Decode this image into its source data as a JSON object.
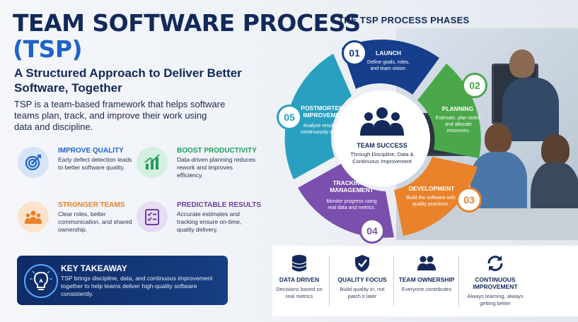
{
  "header": {
    "title_line1": "TEAM SOFTWARE PROCESS",
    "title_line2": "(TSP)",
    "subtitle": "A Structured Approach to Deliver Better Software, Together",
    "intro": "TSP is a team-based framework that helps software teams plan, track, and improve their work using data and discipline."
  },
  "features": [
    {
      "title": "IMPROVE QUALITY",
      "desc": "Early defect detection leads to better software quality.",
      "icon": "target-icon",
      "color": "#1f64c8"
    },
    {
      "title": "BOOST PRODUCTIVITY",
      "desc": "Data-driven planning reduces rework and improves efficiency.",
      "icon": "bar-chart-icon",
      "color": "#1f9e5a"
    },
    {
      "title": "STRONGER TEAMS",
      "desc": "Clear roles, better communication, and shared ownership.",
      "icon": "team-icon",
      "color": "#e9822a"
    },
    {
      "title": "PREDICTABLE RESULTS",
      "desc": "Accurate estimates and tracking ensure on-time, quality delivery.",
      "icon": "checklist-icon",
      "color": "#6a3fa0"
    }
  ],
  "takeaway": {
    "title": "KEY TAKEAWAY",
    "desc": "TSP brings discipline, data, and continuous improvement together to help teams deliver high-quality software consistently.",
    "icon": "lightbulb-icon"
  },
  "phases": {
    "title": "THE TSP PROCESS PHASES",
    "items": [
      {
        "num": "01",
        "title": "LAUNCH",
        "desc": "Define goals, roles, and team vision.",
        "color": "#163e8c"
      },
      {
        "num": "02",
        "title": "PLANNING",
        "desc": "Estimate, plan tasks, and allocate resources.",
        "color": "#4aa84a"
      },
      {
        "num": "03",
        "title": "DEVELOPMENT",
        "desc": "Build the software with quality practices.",
        "color": "#e9822a"
      },
      {
        "num": "04",
        "title": "TRACKING & MANAGEMENT",
        "desc": "Monitor progress using real data and metrics.",
        "color": "#7a4fae"
      },
      {
        "num": "05",
        "title": "POSTMORTEM & IMPROVEMENT",
        "desc": "Analyze results and continuously improve.",
        "color": "#2aa0c0"
      }
    ],
    "center_title": "TEAM SUCCESS",
    "center_desc": "Through Discipline, Data & Continuous Improvement"
  },
  "pillars": [
    {
      "title": "DATA DRIVEN",
      "desc": "Decisions based on real metrics",
      "icon": "database-icon"
    },
    {
      "title": "QUALITY FOCUS",
      "desc": "Build quality in, not patch it later",
      "icon": "shield-check-icon"
    },
    {
      "title": "TEAM OWNERSHIP",
      "desc": "Everyone contributes",
      "icon": "people-icon"
    },
    {
      "title": "CONTINUOUS IMPROVEMENT",
      "desc": "Always learning, always getting better",
      "icon": "refresh-icon"
    }
  ]
}
